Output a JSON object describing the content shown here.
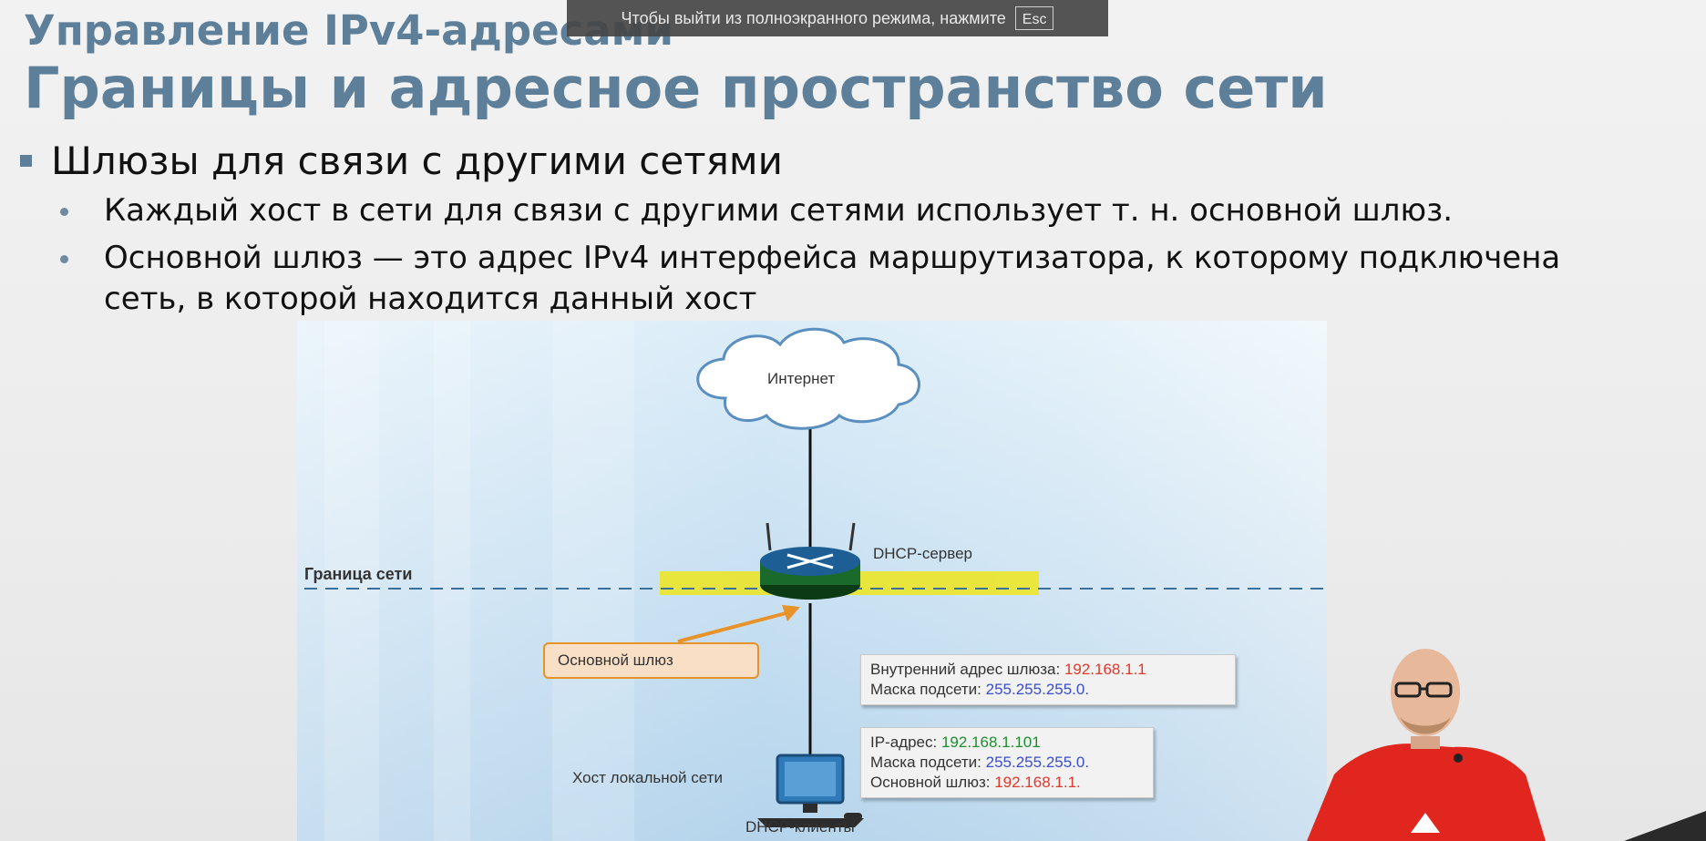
{
  "fullscreen_banner": {
    "text": "Чтобы выйти из полноэкранного режима, нажмите",
    "key": "Esc"
  },
  "slide": {
    "subtitle": "Управление IPv4-адресами",
    "title": "Границы и адресное пространство сети",
    "bullet_main": "Шлюзы для связи с другими сетями",
    "sub_bullets": [
      "Каждый хост в сети для связи с другими сетями использует т. н. основной шлюз.",
      "Основной шлюз — это адрес IPv4 интерфейса маршрутизатора, к которому подключена сеть, в которой находится данный хост"
    ]
  },
  "diagram": {
    "cloud_label": "Интернет",
    "router_label": "DHCP-сервер",
    "boundary_label": "Граница сети",
    "gateway_label": "Основной шлюз",
    "router_info": {
      "line1_label": "Внутренний адрес шлюза:",
      "line1_value": "192.168.1.1",
      "line2_label": "Маска подсети:",
      "line2_value": "255.255.255.0."
    },
    "host_info": {
      "line1_label": "IP-адрес:",
      "line1_value": "192.168.1.101",
      "line2_label": "Маска подсети:",
      "line2_value": "255.255.255.0.",
      "line3_label": "Основной шлюз:",
      "line3_value": "192.168.1.1."
    },
    "host_label": "Хост локальной сети",
    "clients_label": "DHCP-клиенты"
  },
  "colors": {
    "title": "#5d7f99",
    "gateway_address": "#e2382c",
    "mask": "#3a4fcf",
    "ip": "#1e8f2e",
    "highlight": "#f2e600",
    "shirt": "#e0261e"
  },
  "icons": {
    "cloud": "cloud-icon",
    "router": "router-icon",
    "pc": "pc-icon"
  }
}
